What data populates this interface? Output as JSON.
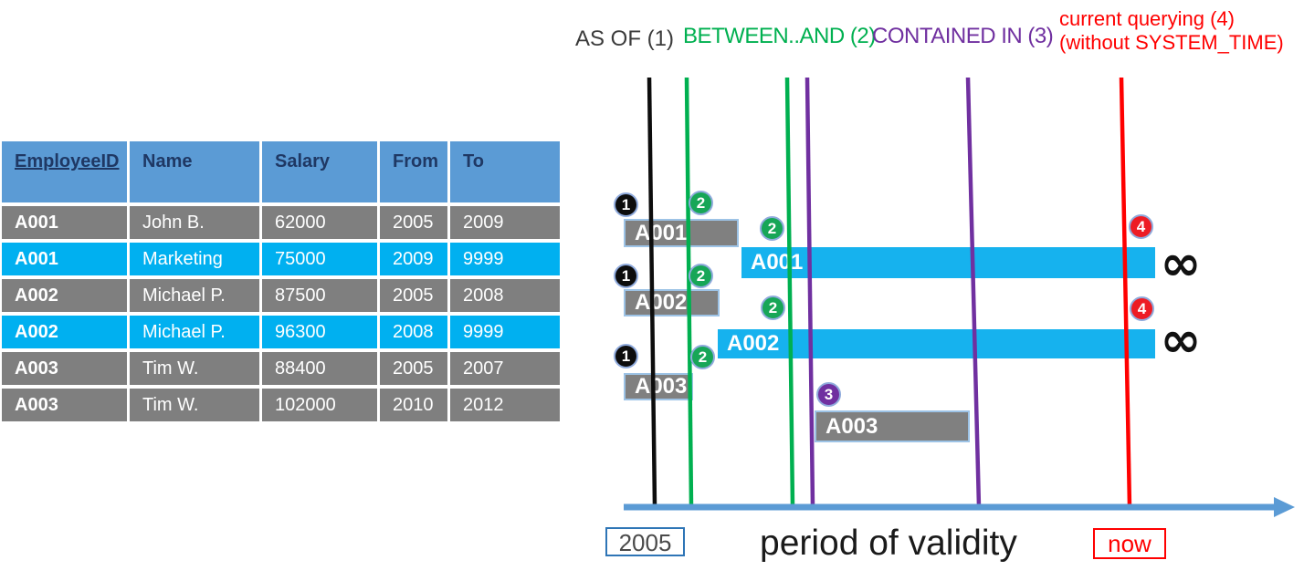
{
  "legend": {
    "as_of": "AS OF (1)",
    "between": "BETWEEN..AND (2)",
    "contained": "CONTAINED IN (3)",
    "current_line1": "current querying (4)",
    "current_line2": "(without SYSTEM_TIME)"
  },
  "colors": {
    "as_of_text": "#3b3b3b",
    "between_green": "#00B050",
    "contained_purple": "#7030A0",
    "current_red": "#FF0000",
    "line_black": "#0d0d0d",
    "axis_blue": "#5B9BD5",
    "bar_gray": "#808080",
    "bar_cyan": "#16B2EE",
    "bar_border_lightblue": "#9DC3E6",
    "table_header_blue": "#5B9BD5",
    "table_header_text_navy": "#1F3864",
    "table_row_gray": "#7F7F7F",
    "table_row_cyan": "#00B0F0",
    "year_box_border": "#2E75B6"
  },
  "table": {
    "headers": [
      "EmployeeID",
      "Name",
      "Salary",
      "From",
      "To"
    ],
    "rows": [
      {
        "cells": [
          "A001",
          "John B.",
          "62000",
          "2005",
          "2009"
        ]
      },
      {
        "cells": [
          "A001",
          "Marketing",
          "75000",
          "2009",
          "9999"
        ]
      },
      {
        "cells": [
          "A002",
          "Michael P.",
          "87500",
          "2005",
          "2008"
        ]
      },
      {
        "cells": [
          "A002",
          "Michael P.",
          "96300",
          "2008",
          "9999"
        ]
      },
      {
        "cells": [
          "A003",
          "Tim W.",
          "88400",
          "2005",
          "2007"
        ]
      },
      {
        "cells": [
          "A003",
          "Tim W.",
          "102000",
          "2010",
          "2012"
        ]
      }
    ]
  },
  "timeline": {
    "bars": [
      {
        "label": "A001",
        "style": "gray"
      },
      {
        "label": "A001",
        "style": "cyan"
      },
      {
        "label": "A002",
        "style": "gray"
      },
      {
        "label": "A002",
        "style": "cyan"
      },
      {
        "label": "A003",
        "style": "gray"
      },
      {
        "label": "A003",
        "style": "gray"
      }
    ],
    "badges": [
      {
        "number": "1"
      },
      {
        "number": "2"
      },
      {
        "number": "2"
      },
      {
        "number": "1"
      },
      {
        "number": "2"
      },
      {
        "number": "2"
      },
      {
        "number": "1"
      },
      {
        "number": "2"
      },
      {
        "number": "3"
      },
      {
        "number": "4"
      },
      {
        "number": "4"
      }
    ],
    "infinity_symbol": "∞",
    "start_label": "2005",
    "axis_label": "period of validity",
    "now_label": "now"
  }
}
